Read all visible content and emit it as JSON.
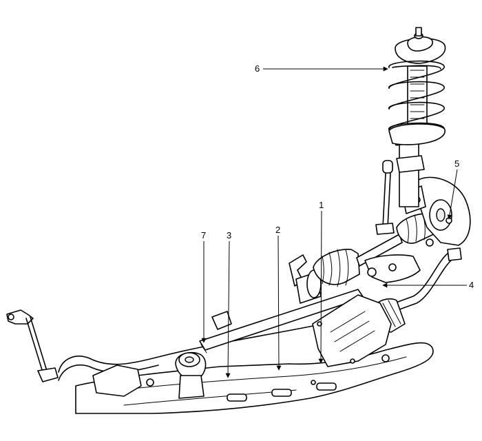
{
  "callouts": [
    {
      "id": "1",
      "label": "1"
    },
    {
      "id": "2",
      "label": "2"
    },
    {
      "id": "3",
      "label": "3"
    },
    {
      "id": "4",
      "label": "4"
    },
    {
      "id": "5",
      "label": "5"
    },
    {
      "id": "6",
      "label": "6"
    },
    {
      "id": "7",
      "label": "7"
    }
  ],
  "colors": {
    "line": "#000000",
    "background": "#ffffff",
    "shade": "#ededed"
  },
  "icons": [
    "arrowhead-icon"
  ]
}
